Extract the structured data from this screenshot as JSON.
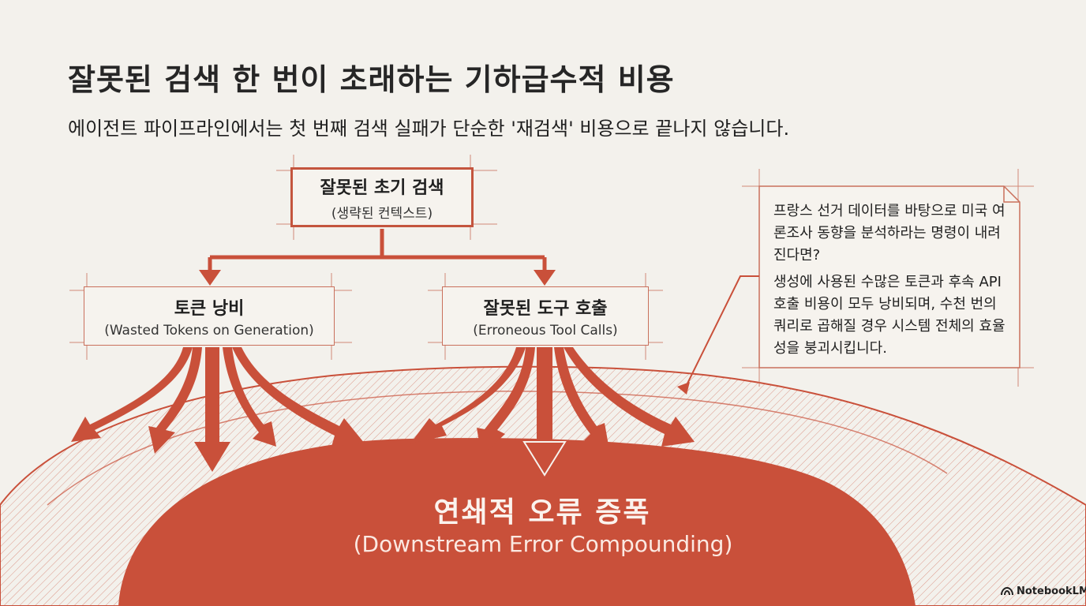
{
  "title": "잘못된 검색 한 번이 초래하는 기하급수적 비용",
  "subtitle": "에이전트 파이프라인에서는 첫 번째 검색 실패가 단순한 '재검색' 비용으로 끝나지 않습니다.",
  "root_node": {
    "label": "잘못된 초기 검색",
    "sublabel": "(생략된 컨텍스트)"
  },
  "left_node": {
    "label": "토큰 낭비",
    "sublabel": "(Wasted Tokens on Generation)"
  },
  "right_node": {
    "label": "잘못된 도구 호출",
    "sublabel": "(Erroneous Tool Calls)"
  },
  "note": {
    "question": "프랑스 선거 데이터를 바탕으로 미국 여론조사 동향을 분석하라는 명령이 내려진다면?",
    "answer": "생성에 사용된 수많은 토큰과 후속 API 호출 비용이 모두 낭비되며, 수천 번의 쿼리로 곱해질 경우 시스템 전체의 효율성을 붕괴시킵니다."
  },
  "result": {
    "label": "연쇄적 오류 증폭",
    "sublabel": "(Downstream Error Compounding)"
  },
  "brand": "NotebookLM",
  "colors": {
    "accent": "#c9503a",
    "background": "#f3f1ec"
  }
}
